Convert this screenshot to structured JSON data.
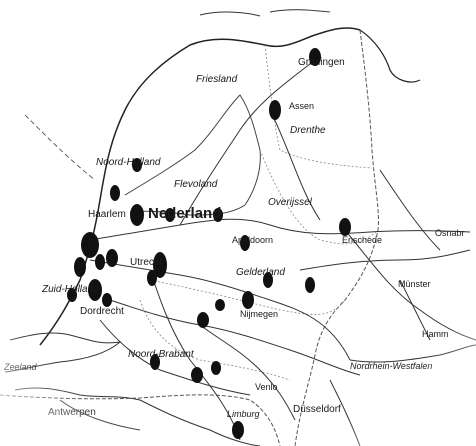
{
  "labels": {
    "groningen": "Groningen",
    "friesland": "Friesland",
    "assen": "Assen",
    "drenthe": "Drenthe",
    "noordholland": "Noord-Holland",
    "flevoland": "Flevoland",
    "haarlem": "Haarlem",
    "nederland": "Nederland",
    "overijssel": "Overijssel",
    "apeldoorn": "Apeldoorn",
    "enschede": "Enschede",
    "utrecht": "Utrecht",
    "gelderland": "Gelderland",
    "zuidholland": "Zuid-Holland",
    "dordrecht": "Dordrecht",
    "nijmegen": "Nijmegen",
    "munster": "Münster",
    "hamm": "Hamm",
    "noordbrabant": "Noord-Brabant",
    "zeeland": "Zeeland",
    "venlo": "Venlo",
    "nordrhein": "Nordrhein-Westfalen",
    "antwerpen": "Antwerpen",
    "limburg": "Limburg",
    "dusseldorf": "Düsseldorf",
    "osnabruck": "Osnabr"
  },
  "colors": {
    "marker": "#111111",
    "line": "#333333",
    "border": "#555555",
    "coast": "#222222"
  }
}
